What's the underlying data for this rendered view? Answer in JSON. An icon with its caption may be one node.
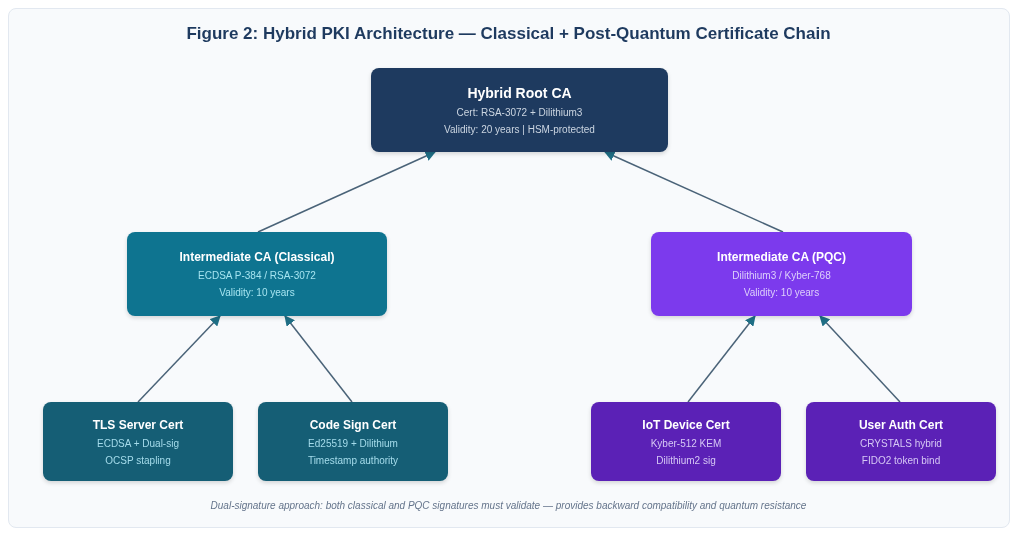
{
  "diagram": {
    "title": "Figure 2: Hybrid PKI Architecture — Classical + Post-Quantum Certificate Chain",
    "nodes": [
      {
        "text": [
          "Hybrid Root CA",
          "Cert: RSA-3072 + Dilithium3",
          "Validity: 20 years | HSM-protected"
        ]
      },
      {
        "text": [
          "Intermediate CA (Classical)",
          "ECDSA P-384 / RSA-3072",
          "Validity: 10 years"
        ]
      },
      {
        "text": [
          "Intermediate CA (PQC)",
          "Dilithium3 / Kyber-768",
          "Validity: 10 years"
        ]
      },
      {
        "text": [
          "TLS Server Cert",
          "ECDSA + Dual-sig",
          "OCSP stapling"
        ]
      },
      {
        "text": [
          "Code Sign Cert",
          "Ed25519 + Dilithium",
          "Timestamp authority"
        ]
      },
      {
        "text": [
          "IoT Device Cert",
          "Kyber-512 KEM",
          "Dilithium2 sig"
        ]
      },
      {
        "text": [
          "User Auth Cert",
          "CRYSTALS hybrid",
          "FIDO2 token bind"
        ]
      }
    ],
    "edges": [
      {
        "from": 1,
        "to": 0,
        "arrow": "to"
      },
      {
        "from": 2,
        "to": 0,
        "arrow": "to"
      },
      {
        "from": 3,
        "to": 1,
        "arrow": "to"
      },
      {
        "from": 4,
        "to": 1,
        "arrow": "to"
      },
      {
        "from": 5,
        "to": 2,
        "arrow": "to"
      },
      {
        "from": 6,
        "to": 2,
        "arrow": "to"
      }
    ],
    "caption": "Dual-signature approach: both classical and PQC signatures must validate — provides backward compatibility and quantum resistance"
  }
}
